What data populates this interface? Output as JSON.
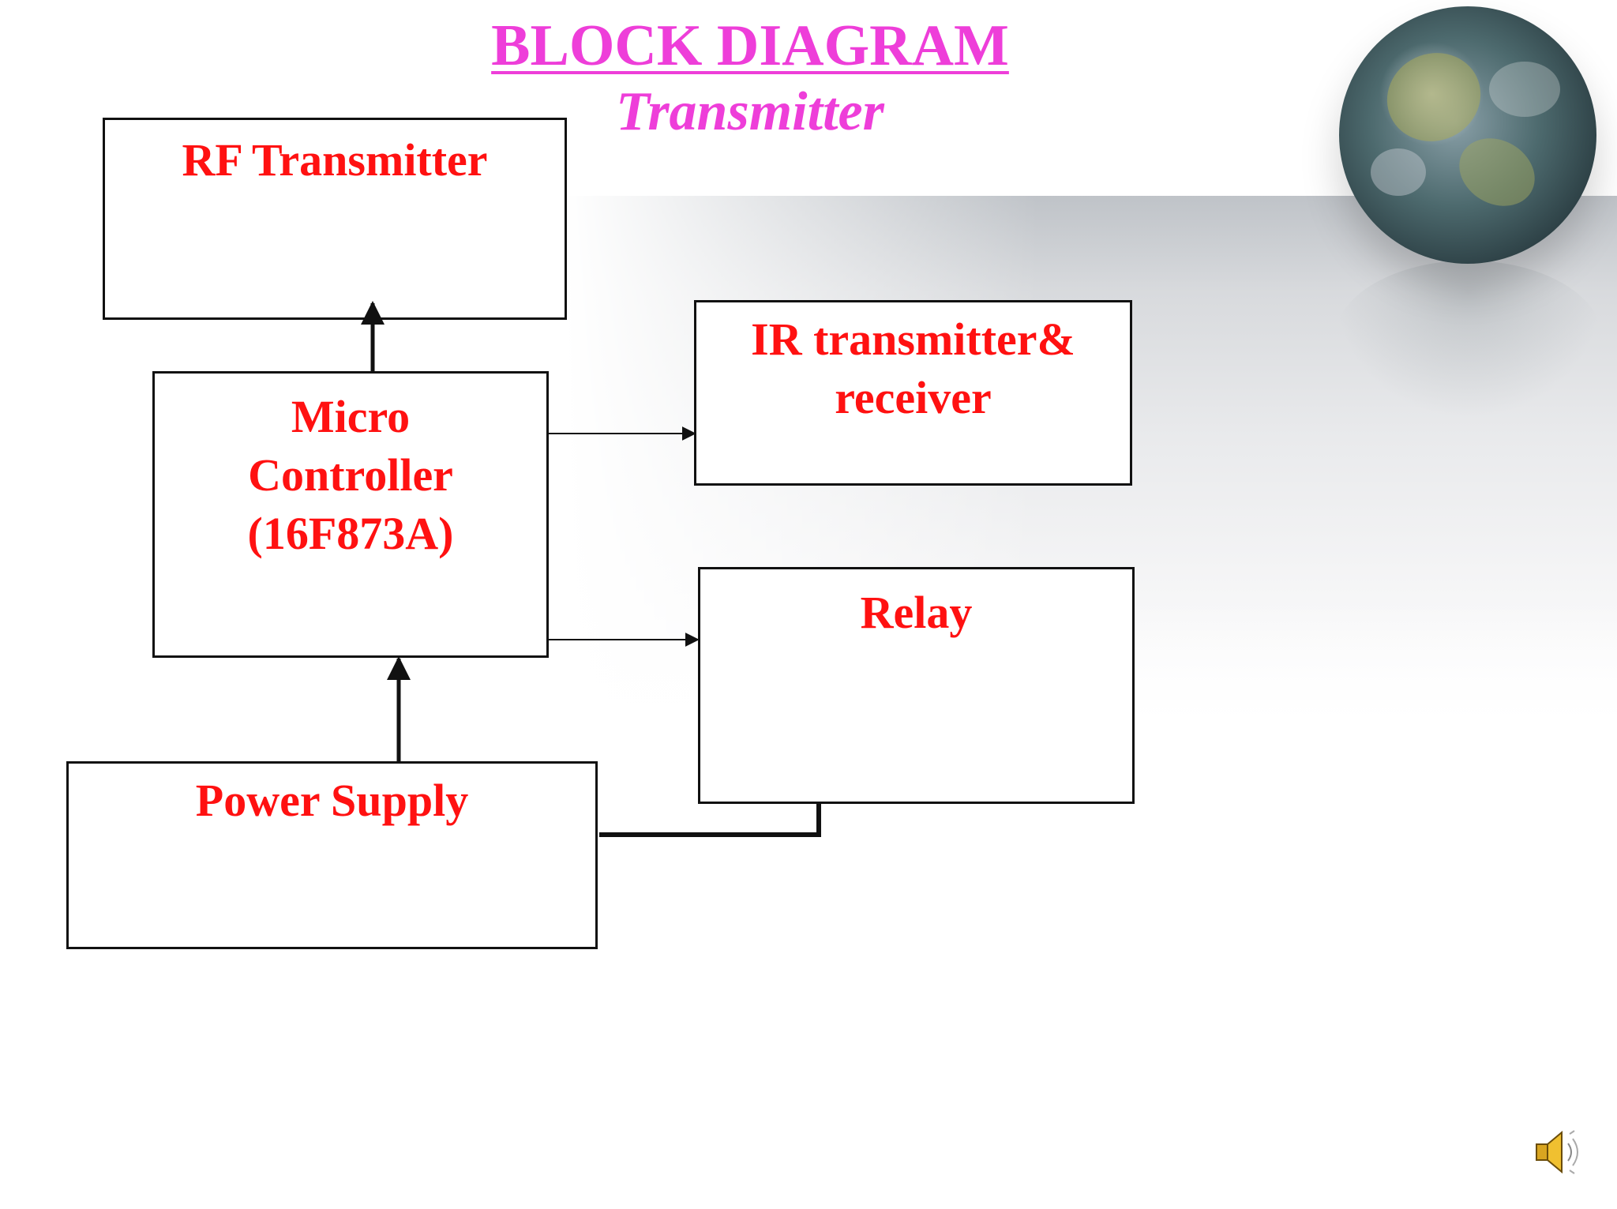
{
  "slide": {
    "title": "BLOCK DIAGRAM",
    "subtitle": "Transmitter"
  },
  "colors": {
    "title": "#ee3ed9",
    "block_text": "#ff1111",
    "lines": "#111111"
  },
  "blocks": {
    "rf_transmitter": "RF Transmitter",
    "micro_controller": [
      "Micro",
      "Controller",
      "(16F873A)"
    ],
    "ir_transceiver": [
      "IR transmitter&",
      "receiver"
    ],
    "relay": "Relay",
    "power_supply": "Power Supply"
  },
  "icons": {
    "decoration": "globe-icon",
    "audio": "speaker-icon"
  }
}
